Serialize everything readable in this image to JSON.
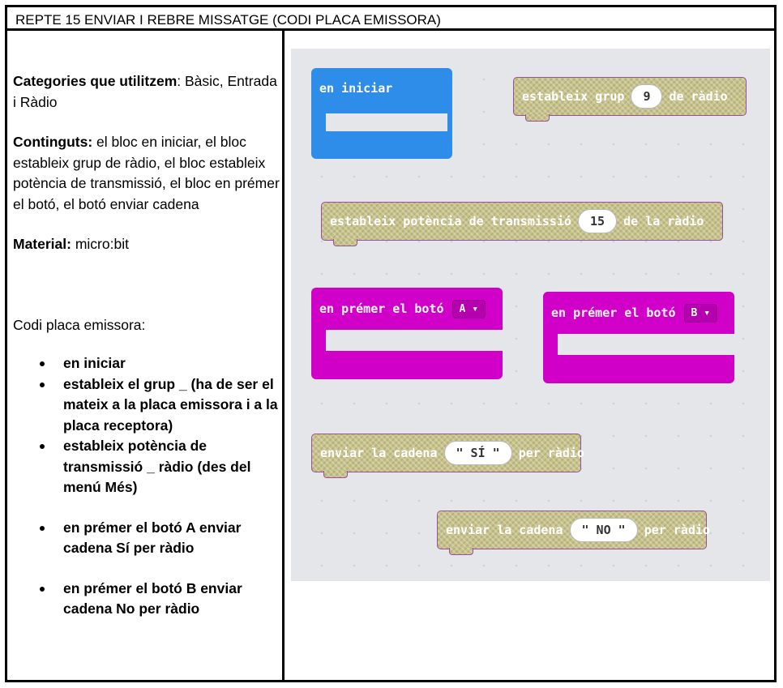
{
  "title": "REPTE 15 ENVIAR I REBRE MISSATGE (CODI PLACA EMISSORA)",
  "left": {
    "categories_label": "Categories que utilitzem",
    "categories_value": ": Bàsic, Entrada i Ràdio",
    "continguts_label": "Continguts:",
    "continguts_value": "  el bloc en iniciar, el bloc estableix grup de ràdio, el bloc estableix potència de transmissió, el bloc en prémer el botó, el botó enviar cadena",
    "material_label": "Material:",
    "material_value": " micro:bit",
    "codi_label": "Codi placa emissora:",
    "items": [
      "en iniciar",
      "estableix el grup _ (ha de ser el mateix a la placa emissora i a la placa receptora)",
      "estableix potència de transmissió _ ràdio (des del menú Més)",
      "en prémer el botó A enviar cadena Sí per ràdio",
      "en prémer el botó B enviar cadena No per ràdio"
    ]
  },
  "blocks": {
    "on_start": "en iniciar",
    "group_pre": "estableix grup",
    "group_val": "9",
    "group_post": "de ràdio",
    "power_pre": "estableix potència de transmissió",
    "power_val": "15",
    "power_post": "de la ràdio",
    "btn_label": "en prémer el botó",
    "btn_a": "A",
    "btn_b": "B",
    "send_pre": "enviar la cadena",
    "send_si": "\" SÍ \"",
    "send_no": "\" NO \"",
    "send_post": "per ràdio"
  },
  "colors": {
    "basic_blue": "#2e8de8",
    "input_magenta": "#d000c9",
    "radio_olive": "#c5c28b"
  }
}
